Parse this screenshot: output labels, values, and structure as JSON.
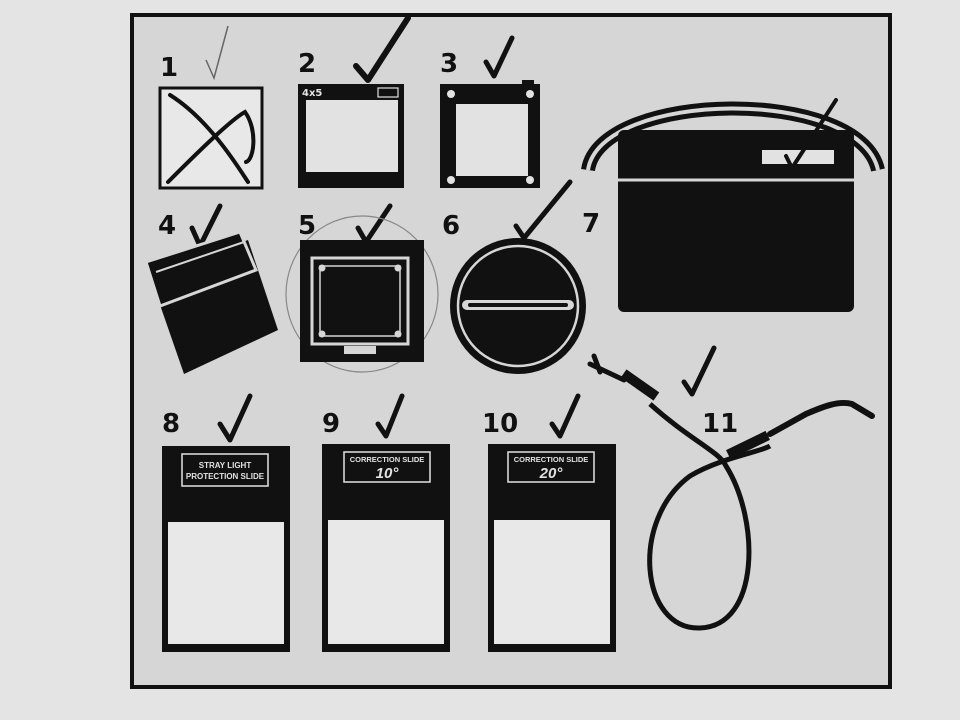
{
  "items": [
    {
      "number": "1"
    },
    {
      "number": "2",
      "format_label": "4x5"
    },
    {
      "number": "3"
    },
    {
      "number": "4"
    },
    {
      "number": "5"
    },
    {
      "number": "6"
    },
    {
      "number": "7"
    },
    {
      "number": "8",
      "slide_line1": "STRAY LIGHT",
      "slide_line2": "PROTECTION SLIDE"
    },
    {
      "number": "9",
      "slide_title": "CORRECTION SLIDE",
      "slide_value": "10°"
    },
    {
      "number": "10",
      "slide_title": "CORRECTION SLIDE",
      "slide_value": "20°"
    },
    {
      "number": "11"
    }
  ],
  "colors": {
    "ink": "#111111",
    "number": "#8a8a8a",
    "paper": "#e2e2e2",
    "panel": "#d6d6d6"
  }
}
